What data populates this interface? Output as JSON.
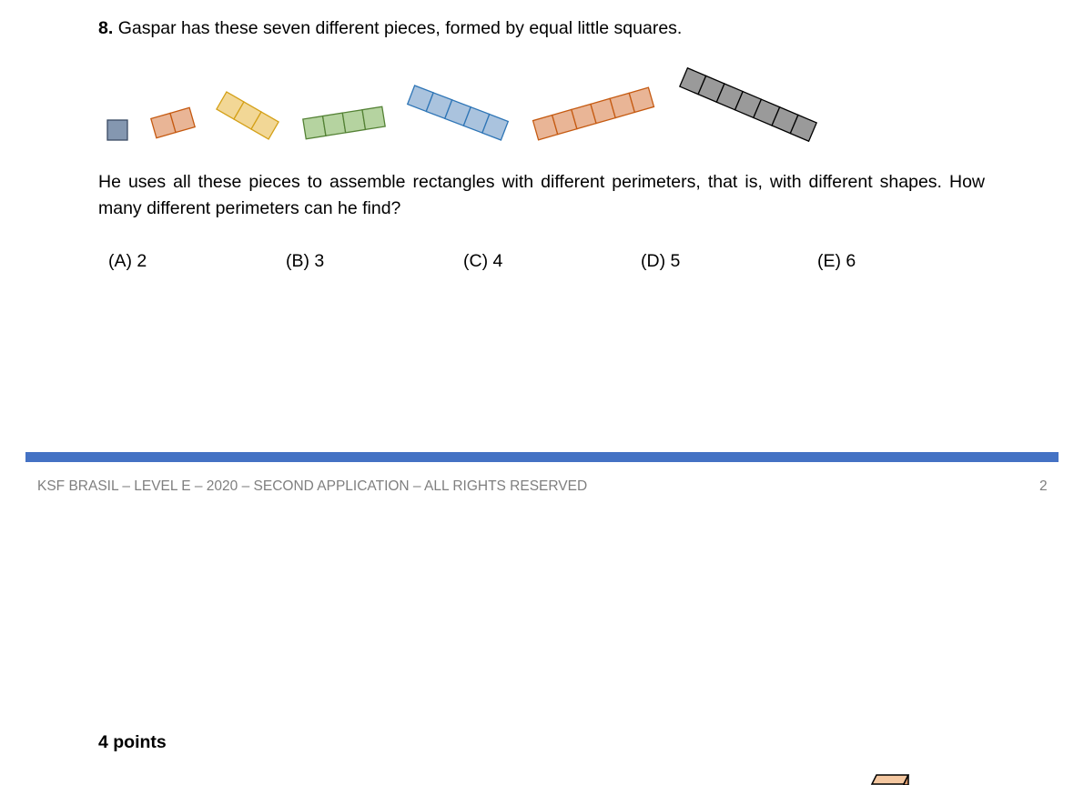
{
  "question": {
    "number": "8.",
    "text": "Gaspar has these seven different pieces, formed by equal little squares.",
    "body": "He uses all these pieces to assemble rectangles with different perimeters, that is, with different shapes. How many different perimeters can he find?",
    "options": [
      "(A) 2",
      "(B) 3",
      "(C) 4",
      "(D) 5",
      "(E) 6"
    ]
  },
  "pieces": [
    {
      "squares": 1,
      "fill": "#8497b0",
      "stroke": "#3a4a63"
    },
    {
      "squares": 2,
      "fill": "#e9b596",
      "stroke": "#c55a11"
    },
    {
      "squares": 3,
      "fill": "#f2d796",
      "stroke": "#d4a017"
    },
    {
      "squares": 4,
      "fill": "#b5d3a0",
      "stroke": "#548235"
    },
    {
      "squares": 5,
      "fill": "#aac3de",
      "stroke": "#2e75b6"
    },
    {
      "squares": 6,
      "fill": "#e9b596",
      "stroke": "#c55a11"
    },
    {
      "squares": 7,
      "fill": "#9a9a9a",
      "stroke": "#000000"
    }
  ],
  "footer": {
    "left": "KSF BRASIL – LEVEL E – 2020 – SECOND APPLICATION – ALL RIGHTS RESERVED",
    "page": "2",
    "accent": "#4472c4"
  },
  "next_section": "4 points"
}
